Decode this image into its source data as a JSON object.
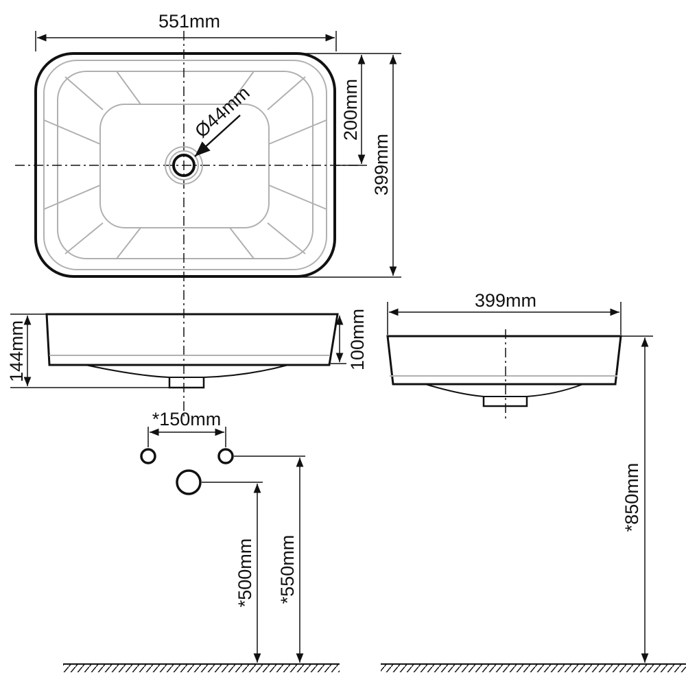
{
  "diagram": {
    "title": "Basin dimension drawing",
    "top_view": {
      "width_label": "551mm",
      "depth_label": "399mm",
      "drain_offset_label": "200mm",
      "drain_diameter_label": "Ø44mm"
    },
    "front_view": {
      "height_label": "144mm",
      "bowl_height_label": "100mm"
    },
    "side_view": {
      "depth_label": "399mm",
      "mount_height_label": "*850mm"
    },
    "plumbing": {
      "tap_spacing_label": "*150mm",
      "waste_height_label": "*500mm",
      "supply_height_label": "*550mm"
    },
    "colors": {
      "outline": "#111111",
      "inner_lines": "#b0b0b0"
    }
  }
}
